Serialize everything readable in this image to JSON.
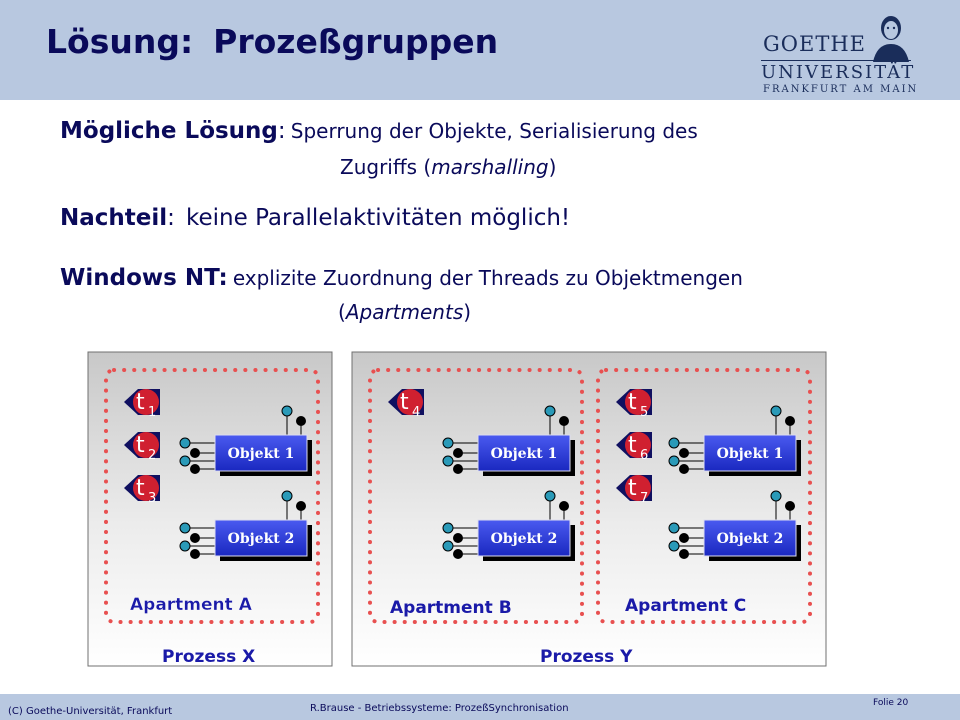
{
  "slide": {
    "title_part1": "Lösung:",
    "title_part2": "Prozeßgruppen"
  },
  "logo": {
    "line1": "GOETHE",
    "line2": "UNIVERSITÄT",
    "line3": "FRANKFURT AM MAIN"
  },
  "content": {
    "item1_head": "Mögliche Lösung",
    "item1_colon": ":",
    "item1_text_a": "Sperrung der Objekte, Serialisierung des",
    "item1_text_b": "Zugriffs (",
    "item1_text_b_em": "marshalling",
    "item1_text_b_end": ")",
    "item2_head": "Nachteil",
    "item2_colon": ":",
    "item2_text": "keine Parallelaktivitäten möglich!",
    "item3_head": "Windows NT:",
    "item3_text_a": "explizite Zuordnung der Threads zu Objektmengen",
    "item3_text_b": "(",
    "item3_text_b_em": "Apartments",
    "item3_text_b_end": ")"
  },
  "diagram": {
    "process_x": "Prozess X",
    "process_y": "Prozess Y",
    "apartment_a": "Apartment A",
    "apartment_b": "Apartment B",
    "apartment_c": "Apartment C",
    "thread_letter": "t",
    "threads_a": [
      "1",
      "2",
      "3"
    ],
    "threads_b": [
      "4"
    ],
    "threads_c": [
      "5",
      "6",
      "7"
    ],
    "objekt1": "Objekt 1",
    "objekt2": "Objekt 2"
  },
  "footer": {
    "left": "(C) Goethe-Universität, Frankfurt",
    "center": "R.Brause - Betriebssysteme: ProzeßSynchronisation",
    "right": "Folie 20"
  },
  "colors": {
    "header_band": "#b8c8e0",
    "title_text": "#0a0a5a",
    "thread_red": "#d02030",
    "thread_navy": "#101060",
    "object_blue": "#2a3ad8",
    "dotted_border": "#e85050"
  }
}
